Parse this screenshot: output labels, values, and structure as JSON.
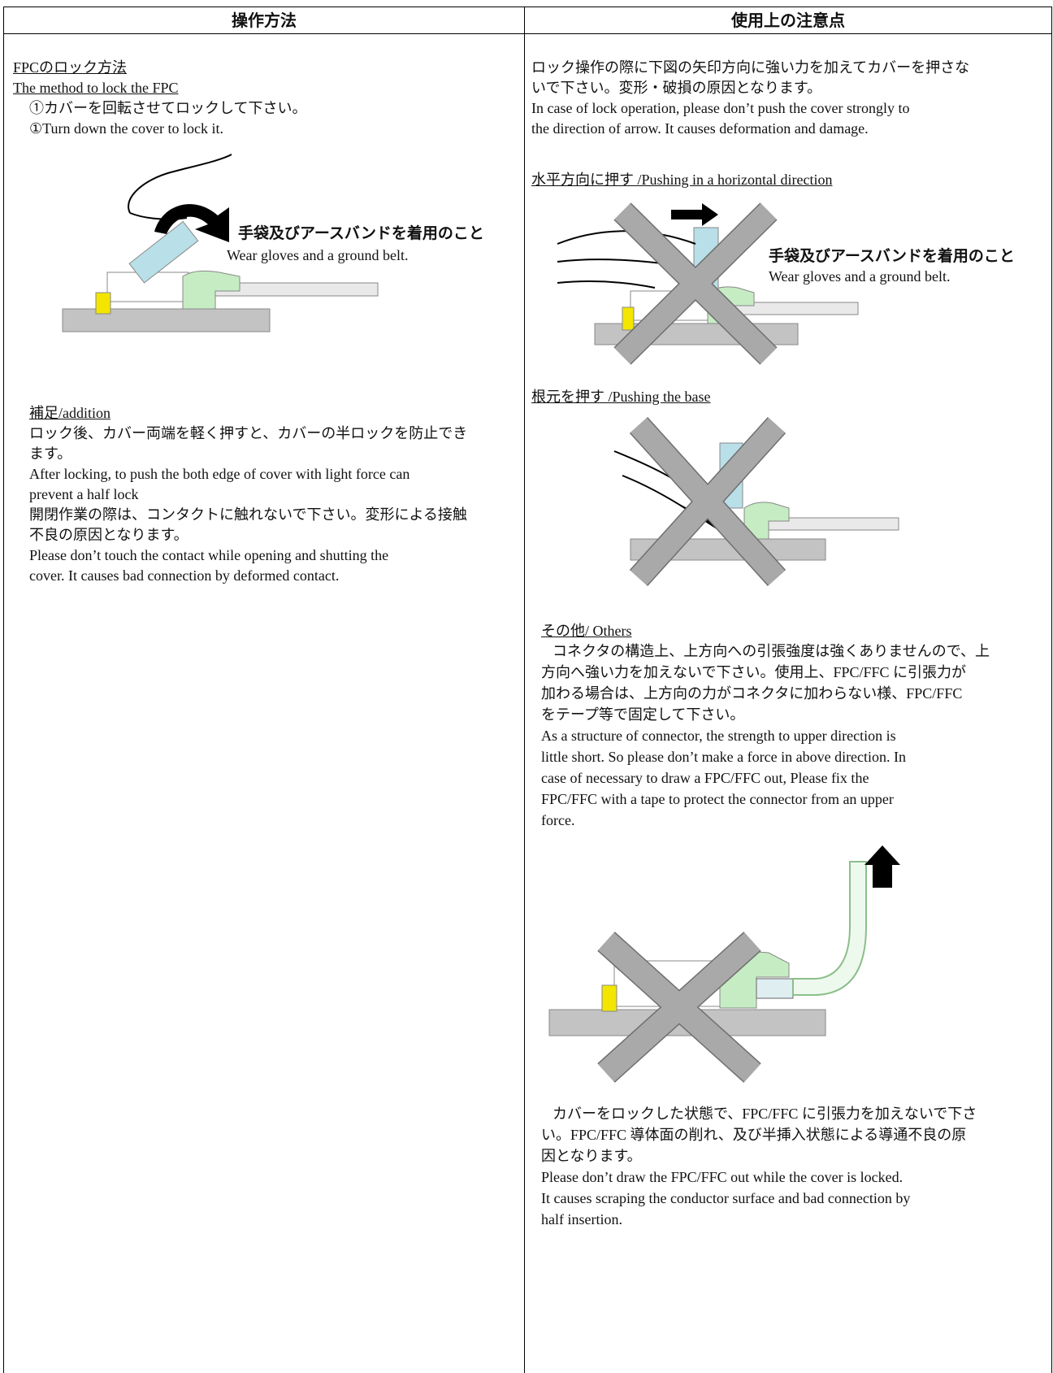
{
  "headers": {
    "left": "操作方法",
    "right": "使用上の注意点"
  },
  "left": {
    "lock_title_jp": "FPCのロック方法",
    "lock_title_en": "The method to lock the FPC",
    "step1_jp": "①カバーを回転させてロックして下さい。",
    "step1_en": "①Turn down the cover to lock it.",
    "fig_note_jp": "手袋及びアースバンドを着用のこと",
    "fig_note_en": "Wear gloves and a ground belt.",
    "addition_title": "補足/addition",
    "addition_jp_1": "ロック後、カバー両端を軽く押すと、カバーの半ロックを防止でき",
    "addition_jp_2": "ます。",
    "addition_en_1": "After locking, to push the both edge of cover with light force can",
    "addition_en_2": "prevent a half lock",
    "contact_jp_1": "開閉作業の際は、コンタクトに触れないで下さい。変形による接触",
    "contact_jp_2": "不良の原因となります。",
    "contact_en_1": "Please don’t touch the contact while opening and shutting the",
    "contact_en_2": "cover. It causes bad connection by deformed contact."
  },
  "right": {
    "intro_jp_1": "ロック操作の際に下図の矢印方向に強い力を加えてカバーを押さな",
    "intro_jp_2": "いで下さい。変形・破損の原因となります。",
    "intro_en_1": "In case of lock operation, please don’t push the cover strongly to",
    "intro_en_2": "the direction of arrow. It causes deformation and damage.",
    "horizontal_title": "水平方向に押す /Pushing in a horizontal direction",
    "fig_note_jp": "手袋及びアースバンドを着用のこと",
    "fig_note_en": "Wear gloves and a ground belt.",
    "base_title": "根元を押す /Pushing the base",
    "others_title": "その他/ Others",
    "others_jp_1": "コネクタの構造上、上方向への引張強度は強くありませんので、上",
    "others_jp_2": "方向へ強い力を加えないで下さい。使用上、FPC/FFC に引張力が",
    "others_jp_3": "加わる場合は、上方向の力がコネクタに加わらない様、FPC/FFC",
    "others_jp_4": "をテープ等で固定して下さい。",
    "others_en_1": "As a structure of connector, the strength to upper direction is",
    "others_en_2": "little short. So please don’t make a force in above direction. In",
    "others_en_3": "case of necessary to draw a FPC/FFC out, Please fix the",
    "others_en_4": "FPC/FFC with a tape to protect the connector from an upper",
    "others_en_5": "force.",
    "pull_jp_1": "カバーをロックした状態で、FPC/FFC に引張力を加えないで下さ",
    "pull_jp_2": "い。FPC/FFC 導体面の削れ、及び半挿入状態による導通不良の原",
    "pull_jp_3": "因となります。",
    "pull_en_1": "Please don’t draw the FPC/FFC out while the cover is locked.",
    "pull_en_2": "It causes scraping the conductor surface and bad connection by",
    "pull_en_3": "half insertion."
  },
  "colors": {
    "board": "#c3c3c3",
    "cover_blue": "#b9dfe8",
    "latch_green": "#c6ecc3",
    "solder_yellow": "#f2e600",
    "fpc": "#e9e9e9",
    "cross": "#a9a9a9"
  }
}
